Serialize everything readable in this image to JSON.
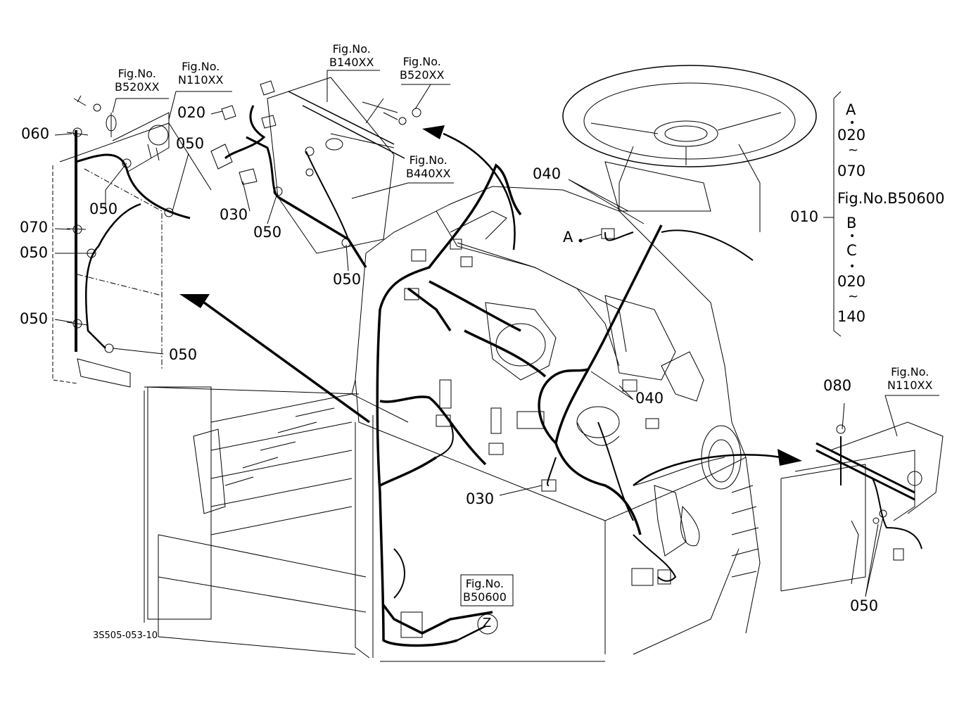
{
  "drawing_code": "3S505-053-10",
  "part_labels": {
    "p060": "060",
    "p070": "070",
    "p050_a": "050",
    "p050_b": "050",
    "p050_c": "050",
    "p050_d": "050",
    "p050_e": "050",
    "p050_f": "050",
    "p050_g": "050",
    "p050_h": "050",
    "p020": "020",
    "p030_a": "030",
    "p030_b": "030",
    "p040_a": "040",
    "p040_b": "040",
    "p080": "080",
    "p010": "010"
  },
  "callouts": {
    "A": "A",
    "Z": "Z"
  },
  "fig_refs": {
    "fig_b520_left": {
      "line1": "Fig.No.",
      "line2": "B520XX"
    },
    "fig_n110_left": {
      "line1": "Fig.No.",
      "line2": "N110XX"
    },
    "fig_b140": {
      "line1": "Fig.No.",
      "line2": "B140XX"
    },
    "fig_b520_right": {
      "line1": "Fig.No.",
      "line2": "B520XX"
    },
    "fig_b440": {
      "line1": "Fig.No.",
      "line2": "B440XX"
    },
    "fig_n110_right": {
      "line1": "Fig.No.",
      "line2": "N110XX"
    },
    "fig_b50600": {
      "line1": "Fig.No.",
      "line2": "B50600"
    }
  },
  "assembly_legend": {
    "l1": "A",
    "l2": "020",
    "l3": "070",
    "l4": "Fig.No.B50600",
    "l5": "B",
    "l6": "C",
    "l7": "020",
    "l8": "140"
  }
}
